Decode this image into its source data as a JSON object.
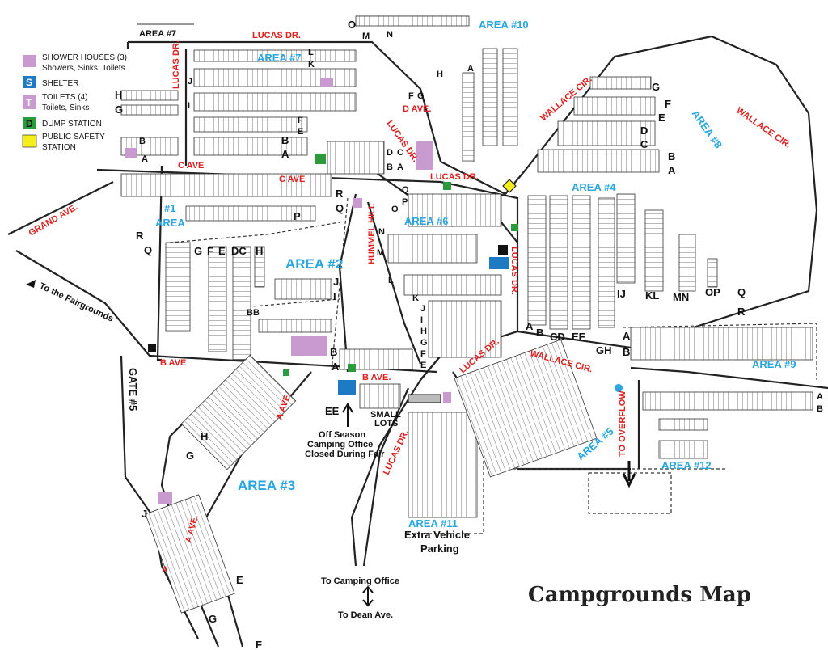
{
  "title": "Campgrounds Map",
  "legend": {
    "items": [
      {
        "name": "SHOWER HOUSES (3)",
        "sub": "Showers, Sinks, Toilets",
        "color": "#c99ad0",
        "glyph": ""
      },
      {
        "name": "SHELTER",
        "sub": "",
        "color": "#1f7ac4",
        "glyph": "S"
      },
      {
        "name": "TOILETS (4)",
        "sub": "Toilets, Sinks",
        "color": "#c99ad0",
        "glyph": "T"
      },
      {
        "name": "DUMP STATION",
        "sub": "",
        "color": "#2a9a3a",
        "glyph": "D"
      },
      {
        "name": "PUBLIC SAFETY",
        "sub": "STATION",
        "color": "#f5ee1a",
        "glyph": ""
      }
    ]
  },
  "areas": {
    "a7_black": "AREA #7",
    "a7": "AREA #7",
    "a10": "AREA #10",
    "a8": "AREA #8",
    "a4": "AREA #4",
    "a6": "AREA #6",
    "a1_num": "#1",
    "a1": "AREA",
    "a2": "AREA #2",
    "a3": "AREA #3",
    "a9": "AREA #9",
    "a5": "AREA #5",
    "a12": "AREA #12",
    "a11": "AREA #11"
  },
  "roads": {
    "lucas_top": "LUCAS DR.",
    "lucas_left": "LUCAS DR.",
    "d_ave": "D AVE.",
    "lucas_diag": "LUCAS DR.",
    "wallace1": "WALLACE CIR.",
    "wallace2": "WALLACE CIR.",
    "grand": "GRAND AVE.",
    "c_ave1": "C AVE",
    "c_ave2": "C AVE",
    "lucas_mid": "LUCAS DR.",
    "hummel": "HUMMEL HILL",
    "lucas_vert": "LUCAS DR.",
    "lucas_low": "LUCAS DR.",
    "wallace3": "WALLACE CIR.",
    "b_ave1": "B AVE",
    "b_ave2": "B AVE.",
    "a_ave1": "A AVE.",
    "a_ave2": "A AVE.",
    "lucas_south": "LUCAS DR.",
    "overflow": "TO OVERFLOW",
    "a_low": "A"
  },
  "labels": {
    "fairgrounds": "To the Fairgrounds",
    "gate": "GATE #5",
    "office1": "Off Season",
    "office2": "Camping Office",
    "office3": "Closed During Fair",
    "small1": "SMALL",
    "small2": "LOTS",
    "ee": "EE",
    "parking1": "Extra Vehicle",
    "parking2": "Parking",
    "to_office": "To Camping Office",
    "to_dean": "To Dean Ave."
  },
  "rows": {
    "r1": [
      "H",
      "G",
      "B",
      "A"
    ],
    "r7": [
      "L",
      "K",
      "J",
      "I",
      "F",
      "E",
      "D",
      "C",
      "B",
      "A"
    ],
    "r7b": [
      "B",
      "A"
    ],
    "r10": [
      "O",
      "M",
      "N",
      "H",
      "F",
      "G",
      "A"
    ],
    "r8": [
      "G",
      "F",
      "E",
      "D",
      "C",
      "B",
      "A"
    ],
    "r4": [
      "A",
      "B",
      "CD",
      "EF",
      "GH",
      "IJ",
      "KL",
      "MN",
      "OP",
      "Q",
      "R"
    ],
    "r6": [
      "Q",
      "P",
      "O",
      "N",
      "M",
      "L",
      "K",
      "J",
      "I",
      "H",
      "G",
      "F",
      "E"
    ],
    "r2": [
      "R",
      "Q",
      "P",
      "G",
      "F",
      "E",
      "DC",
      "H",
      "J",
      "I",
      "BB",
      "B",
      "A",
      "R",
      "Q"
    ],
    "r9": [
      "A",
      "B"
    ],
    "r9b": [
      "A",
      "B"
    ],
    "r3": [
      "H",
      "G",
      "J",
      "E",
      "G",
      "F"
    ],
    "r_ab": [
      "B",
      "A"
    ]
  }
}
